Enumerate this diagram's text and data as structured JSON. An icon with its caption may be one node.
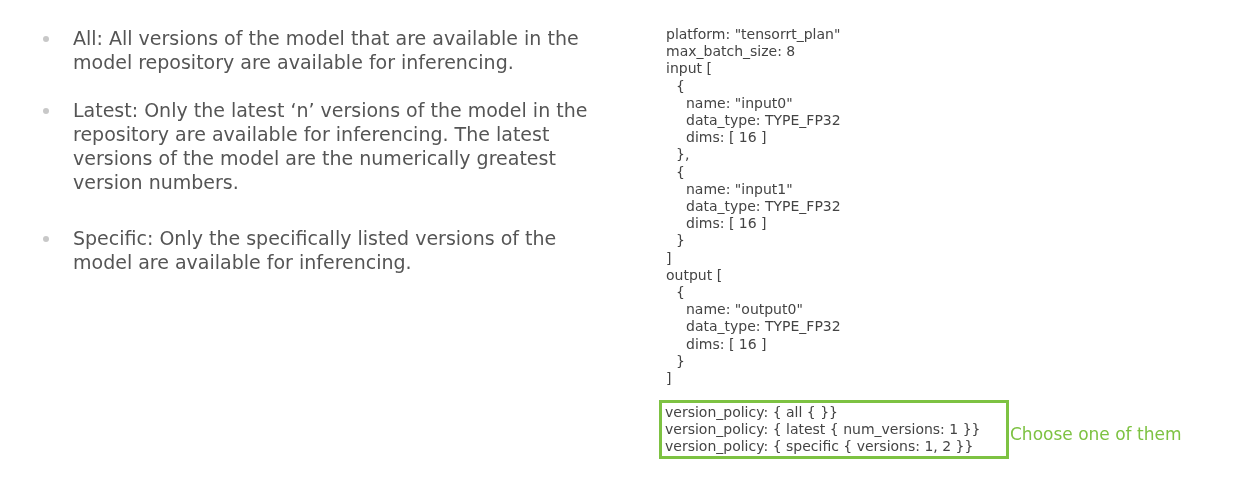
{
  "diagram": {
    "nodes": [
      {
        "text": [
          "version_policy: { all { }}",
          "version_policy: { latest { num_versions: 1 }}",
          "version_policy: { specific { versions: 1, 2 }}"
        ],
        "beside": [
          "Choose one of them"
        ]
      }
    ],
    "labels": [
      "All: All versions of the model that are available in the model repository are available for inferencing.",
      "Latest: Only the latest ‘n’ versions of the model in the repository are available for inferencing. The latest versions of the model are the numerically greatest version numbers.",
      "Specific: Only the specifically listed versions of the model are available for inferencing.",
      "platform: \"tensorrt_plan\"",
      "max_batch_size: 8",
      "input [",
      "{",
      "name: \"input0\"",
      "data_type: TYPE_FP32",
      "dims: [ 16 ]",
      "},",
      "{",
      "name: \"input1\"",
      "data_type: TYPE_FP32",
      "dims: [ 16 ]",
      "}",
      "]",
      "output [",
      "{",
      "name: \"output0\"",
      "data_type: TYPE_FP32",
      "dims: [ 16 ]",
      "}",
      "]"
    ]
  }
}
